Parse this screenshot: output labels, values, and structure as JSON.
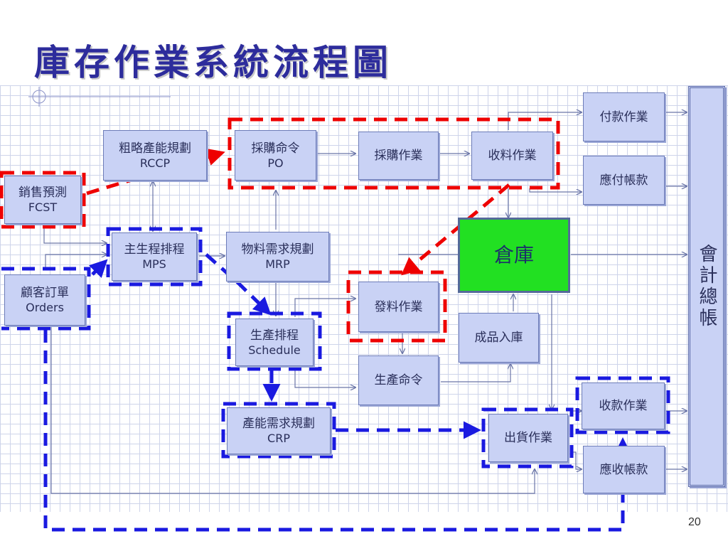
{
  "slide": {
    "title": "庫存作業系統流程圖",
    "page_number": "20"
  },
  "boxes": {
    "rccp": {
      "line1": "粗略產能規劃",
      "line2": "RCCP"
    },
    "po": {
      "line1": "採購命令",
      "line2": "PO"
    },
    "purchasing": {
      "line1": "採購作業"
    },
    "receiving": {
      "line1": "收料作業"
    },
    "payment": {
      "line1": "付款作業"
    },
    "payable": {
      "line1": "應付帳款"
    },
    "forecast": {
      "line1": "銷售預測",
      "line2": "FCST"
    },
    "mps": {
      "line1": "主生程排程",
      "line2": "MPS"
    },
    "mrp": {
      "line1": "物料需求規劃",
      "line2": "MRP"
    },
    "warehouse": {
      "line1": "倉庫"
    },
    "orders": {
      "line1": "顧客訂單",
      "line2": "Orders"
    },
    "issuing": {
      "line1": "發料作業"
    },
    "finished_goods": {
      "line1": "成品入庫"
    },
    "schedule": {
      "line1": "生產排程",
      "line2": "Schedule"
    },
    "production_order": {
      "line1": "生產命令"
    },
    "crp": {
      "line1": "產能需求規劃",
      "line2": "CRP"
    },
    "shipping": {
      "line1": "出貨作業"
    },
    "collection": {
      "line1": "收款作業"
    },
    "receivable": {
      "line1": "應收帳款"
    },
    "ledger": {
      "line1": "會計總帳"
    }
  },
  "colors": {
    "box_fill": "#c9d2f5",
    "warehouse_fill": "#22e022",
    "title": "#2d2c9c",
    "red_dash": "#ee0000",
    "blue_dash": "#1a1ae0",
    "connector": "#6b76a8"
  }
}
